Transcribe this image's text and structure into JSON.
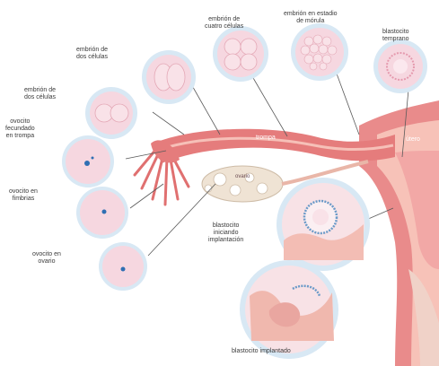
{
  "labels": {
    "embrion_cuatro": [
      "embrión de",
      "cuatro células"
    ],
    "embrion_morula": [
      "embrión en estadio",
      "de mórula"
    ],
    "blastocito_temprano": [
      "blastocito",
      "temprano"
    ],
    "embrion_dos_1": [
      "embrión de",
      "dos células"
    ],
    "embrion_dos_2": [
      "embrión de",
      "dos células"
    ],
    "ovocito_trompa": [
      "ovocito",
      "fecundado",
      "en trompa"
    ],
    "ovocito_fimbrias": [
      "ovocito en",
      "fimbrias"
    ],
    "ovocito_ovario": [
      "ovocito en",
      "ovario"
    ],
    "blastocito_iniciando": [
      "blastocito",
      "iniciando",
      "implantación"
    ],
    "blastocito_implantado": [
      "blastocito implantado"
    ],
    "trompa": "trompa",
    "utero": "útero",
    "ovario": "ovario"
  },
  "colors": {
    "cell_fill": "#f6d7e0",
    "cell_rim": "#d6e6f2",
    "uterus": "#e87f82",
    "uterus_light": "#f4b2ae",
    "tissue": "#f5c9bd",
    "ovary": "#efe4d6",
    "embryo_blue": "#2f6fb3"
  }
}
